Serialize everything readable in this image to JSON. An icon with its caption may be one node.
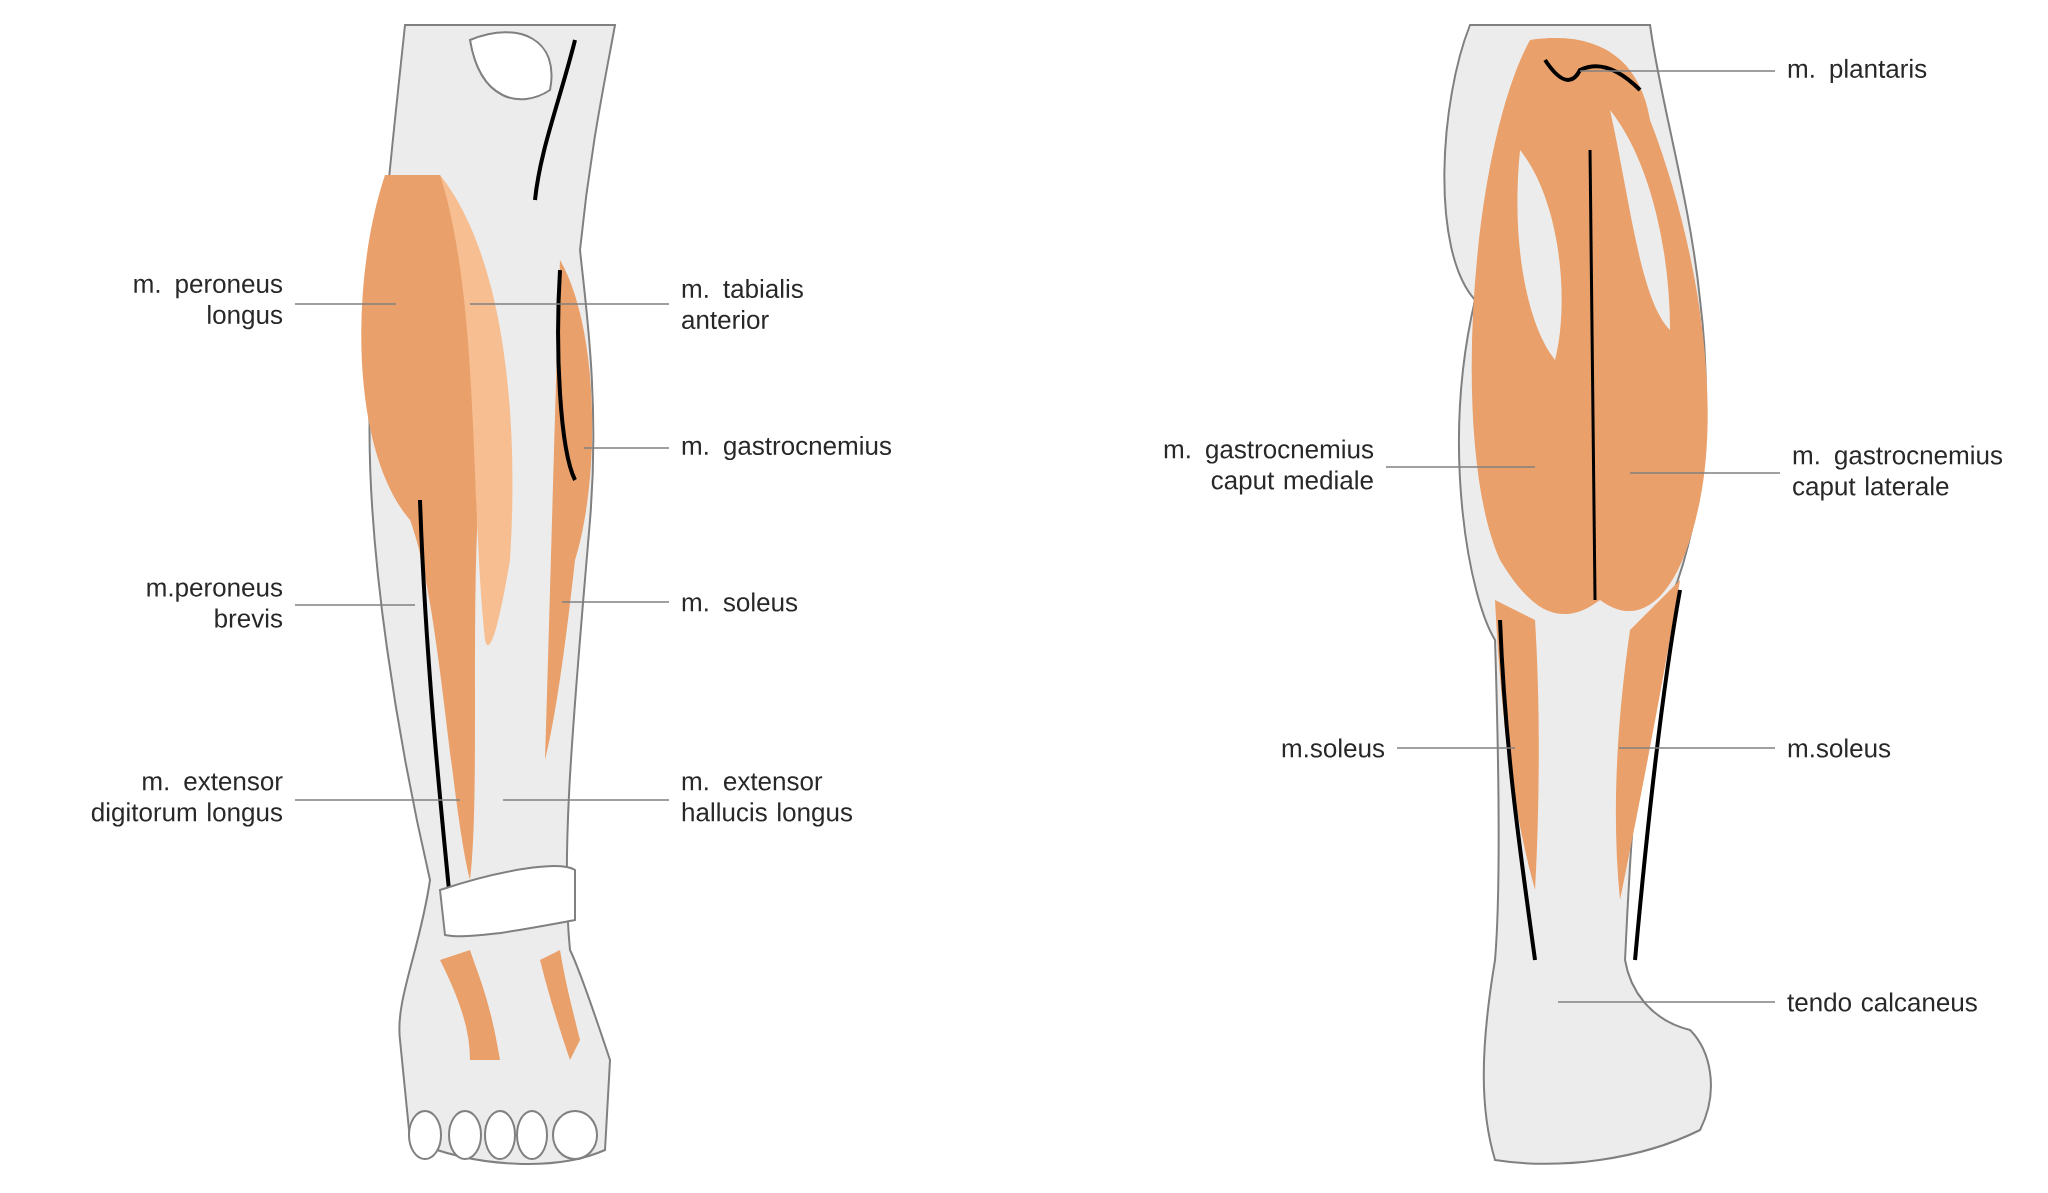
{
  "diagram": {
    "nodes": [
      {
        "text": [
          "m. peroneus longus"
        ]
      },
      {
        "text": [
          "m. tabialis anterior"
        ]
      },
      {
        "text": [
          "m. gastrocnemius"
        ]
      },
      {
        "text": [
          "m.peroneus brevis"
        ]
      },
      {
        "text": [
          "m. soleus"
        ]
      },
      {
        "text": [
          "m. extensor digitorum longus"
        ]
      },
      {
        "text": [
          "m. extensor hallucis longus"
        ]
      },
      {
        "text": [
          "m. plantaris"
        ]
      },
      {
        "text": [
          "m. gastrocnemius caput mediale"
        ]
      },
      {
        "text": [
          "m. gastrocnemius caput laterale"
        ]
      },
      {
        "text": [
          "m.soleus"
        ]
      },
      {
        "text": [
          "m.soleus"
        ]
      },
      {
        "text": [
          "tendo calcaneus"
        ]
      }
    ],
    "edges": [
      {
        "from": 0,
        "to": null,
        "arrow": "none"
      },
      {
        "from": 1,
        "to": null,
        "arrow": "none"
      },
      {
        "from": 2,
        "to": null,
        "arrow": "none"
      },
      {
        "from": 3,
        "to": null,
        "arrow": "none"
      },
      {
        "from": 4,
        "to": null,
        "arrow": "none"
      },
      {
        "from": 5,
        "to": null,
        "arrow": "none"
      },
      {
        "from": 6,
        "to": null,
        "arrow": "none"
      },
      {
        "from": 7,
        "to": null,
        "arrow": "none"
      },
      {
        "from": 8,
        "to": null,
        "arrow": "none"
      },
      {
        "from": 9,
        "to": null,
        "arrow": "none"
      },
      {
        "from": 10,
        "to": null,
        "arrow": "none"
      },
      {
        "from": 11,
        "to": null,
        "arrow": "none"
      },
      {
        "from": 12,
        "to": null,
        "arrow": "none"
      }
    ]
  }
}
